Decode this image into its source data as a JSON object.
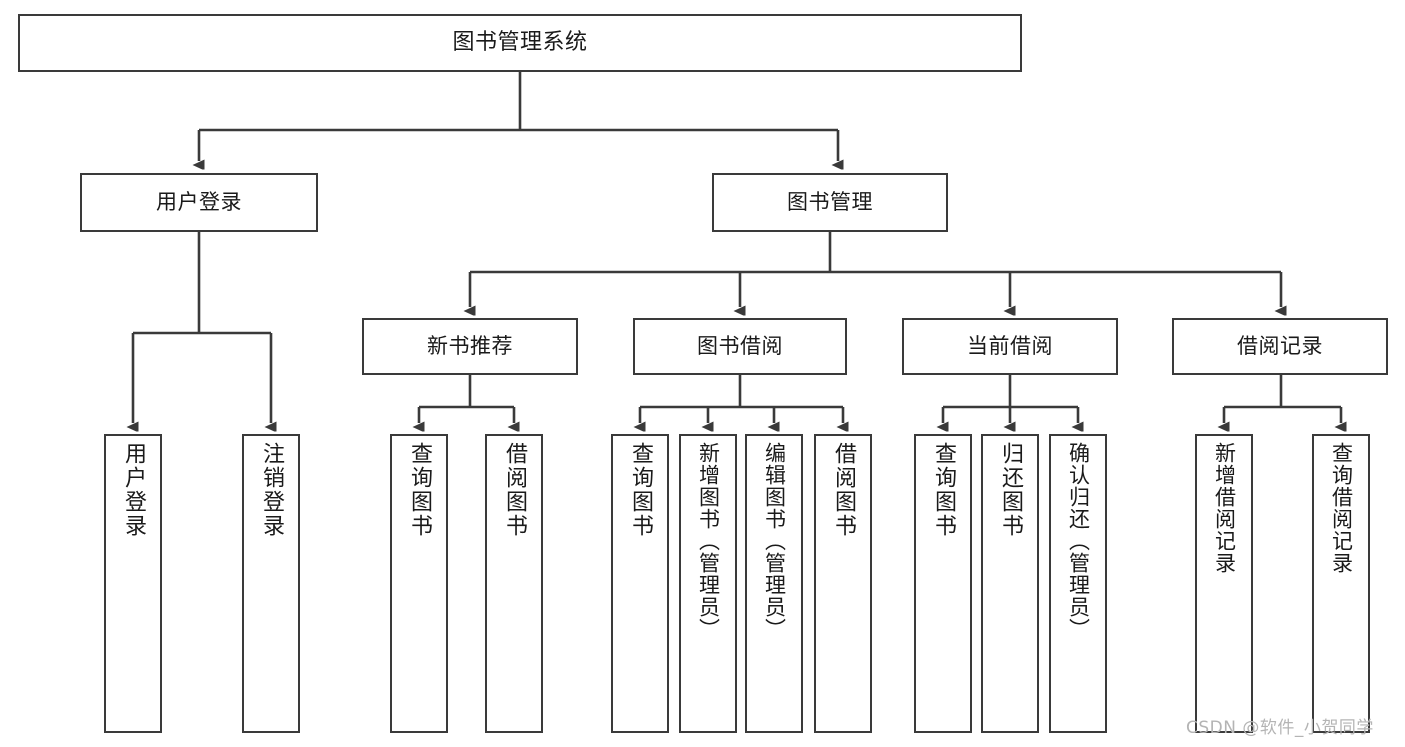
{
  "diagram": {
    "type": "tree",
    "title": "图书管理系统",
    "root": {
      "label": "图书管理系统"
    },
    "level2": [
      {
        "label": "用户登录"
      },
      {
        "label": "图书管理"
      }
    ],
    "level3": [
      {
        "label": "新书推荐"
      },
      {
        "label": "图书借阅"
      },
      {
        "label": "当前借阅"
      },
      {
        "label": "借阅记录"
      }
    ],
    "leaves": {
      "user_login": [
        {
          "label": "用户登录"
        },
        {
          "label": "注销登录"
        }
      ],
      "new_book_recommend": [
        {
          "label": "查询图书"
        },
        {
          "label": "借阅图书"
        }
      ],
      "book_borrow": [
        {
          "label": "查询图书"
        },
        {
          "label": "新增图书（管理员）"
        },
        {
          "label": "编辑图书（管理员）"
        },
        {
          "label": "借阅图书"
        }
      ],
      "current_borrow": [
        {
          "label": "查询图书"
        },
        {
          "label": "归还图书"
        },
        {
          "label": "确认归还（管理员）"
        }
      ],
      "borrow_record": [
        {
          "label": "新增借阅记录"
        },
        {
          "label": "查询借阅记录"
        }
      ]
    }
  },
  "watermark": {
    "text": "CSDN @软件_小贺同学"
  },
  "colors": {
    "box_border": "#3a3a3a",
    "background": "#ffffff",
    "text": "#1a1a1a",
    "connector": "#3a3a3a",
    "watermark": "#b4b4b4"
  }
}
